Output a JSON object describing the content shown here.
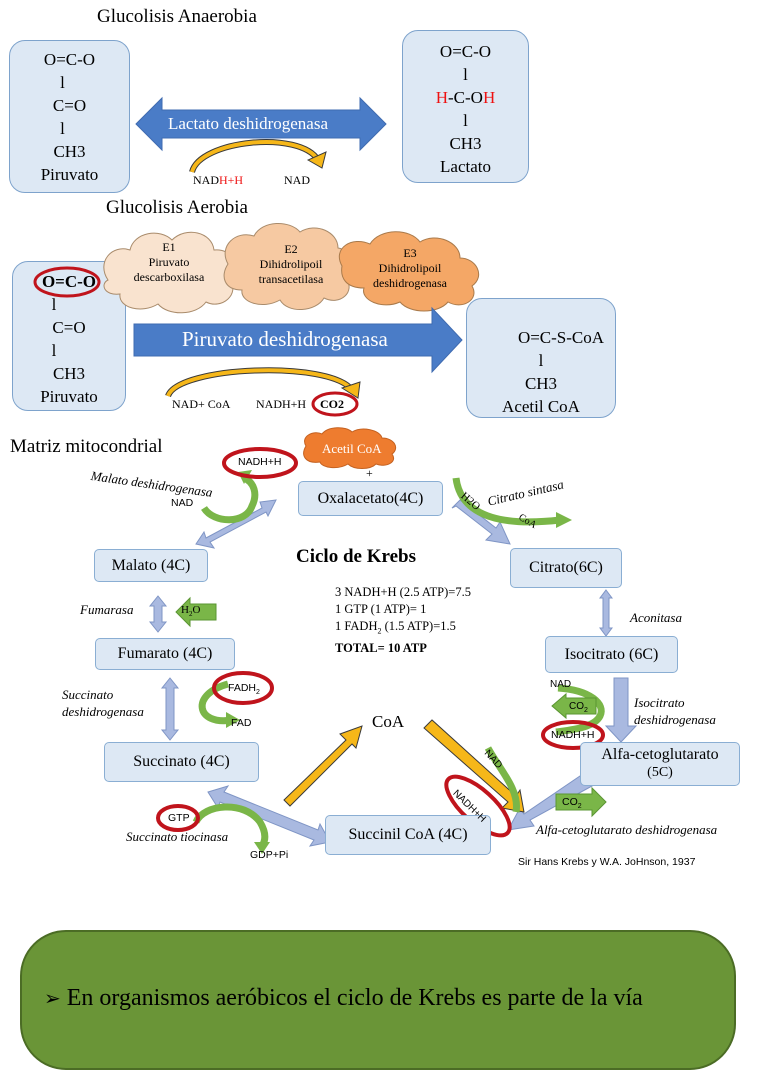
{
  "anaerobic": {
    "title": "Glucolisis Anaerobia",
    "piruvato_lines": [
      "O=C-O",
      "l",
      "C=O",
      "l",
      "CH3",
      "Piruvato"
    ],
    "lactato_lines": {
      "l1": "O=C-O",
      "l2": "l",
      "l3_a": "H",
      "l3_b": "-C-O",
      "l3_c": "H",
      "l4": "l",
      "l5": "CH3",
      "l6": "Lactato"
    },
    "enzyme": "Lactato deshidrogenasa",
    "cofactor_left_a": "NAD",
    "cofactor_left_b": "H+H",
    "cofactor_right": "NAD"
  },
  "aerobic": {
    "title": "Glucolisis Aerobia",
    "piruvato_top": "O=C-O",
    "piruvato_lines": [
      "l",
      "C=O",
      "l",
      "CH3",
      "Piruvato"
    ],
    "e1": [
      "E1",
      "Piruvato",
      "descarboxilasa"
    ],
    "e2": [
      "E2",
      "Dihidrolipoil",
      "transacetilasa"
    ],
    "e3": [
      "E3",
      "Dihidrolipoil",
      "deshidrogenasa"
    ],
    "enzyme": "Piruvato deshidrogenasa",
    "acetil_lines": [
      "O=C-S-CoA",
      "l",
      "CH3",
      "Acetil CoA"
    ],
    "cofactor_left": "NAD+ CoA",
    "cofactor_right": "NADH+H",
    "co2": "CO2"
  },
  "krebs": {
    "matrix_title": "Matriz mitocondrial",
    "cycle_title": "Ciclo de Krebs",
    "acetil": "Acetil CoA",
    "plus": "+",
    "oxalacetato": "Oxalacetato(4C)",
    "citrato": "Citrato(6C)",
    "isocitrato": "Isocitrato (6C)",
    "alfa_a": "Alfa-cetoglutarato",
    "alfa_b": "(5C)",
    "succinil": "Succinil CoA (4C)",
    "succinato": "Succinato (4C)",
    "fumarato": "Fumarato (4C)",
    "malato": "Malato (4C)",
    "coa_center": "CoA",
    "enzymes": {
      "malato_dh": "Malato deshidrogenasa",
      "citrato_sintasa": "Citrato sintasa",
      "aconitasa": "Aconitasa",
      "isocitrato_a": "Isocitrato",
      "isocitrato_b": "deshidrogenasa",
      "alfa_dh": "Alfa-cetoglutarato deshidrogenasa",
      "succinil_tio": "Succinato tiocinasa",
      "succ_dh_a": "Succinato",
      "succ_dh_b": "deshidrogenasa",
      "fumarasa": "Fumarasa"
    },
    "cofactors": {
      "nadh_top": "NADH+H",
      "nad_left": "NAD",
      "h2o_top": "H2O",
      "coa_top": "CoA",
      "h2o_left": "H",
      "h2o_left_sub": "2",
      "h2o_left_o": "O",
      "fadh": "FADH",
      "fadh_sub": "2",
      "fad": "FAD",
      "gtp": "GTP",
      "gdp": "GDP+Pi",
      "nad_iso": "NAD",
      "co2_iso": "CO",
      "co2_iso_sub": "2",
      "nadh_iso": "NADH+H",
      "nad_alfa": "NAD",
      "nadh_alfa": "NADH+H",
      "co2_alfa": "CO",
      "co2_alfa_sub": "2"
    },
    "summary": {
      "l1": "3 NADH+H (2.5 ATP)=7.5",
      "l2": "1 GTP (1 ATP)= 1",
      "l3_a": "1 FADH",
      "l3_sub": "2",
      "l3_b": " (1.5 ATP)=1.5",
      "l4": "TOTAL= 10 ATP"
    },
    "credit": "Sir Hans Krebs y W.A. JoHnson, 1937"
  },
  "bottom": {
    "bullet_mark": "➢",
    "text": "En organismos aeróbicos el ciclo de Krebs es parte de la vía"
  },
  "colors": {
    "box_fill": "#dde8f4",
    "arrow_blue": "#4a7cc7",
    "light_arrow": "#a9b9e0",
    "green": "#7ab648",
    "red": "#c0141c",
    "orange": "#f2a33a",
    "gold": "#f6b719"
  }
}
